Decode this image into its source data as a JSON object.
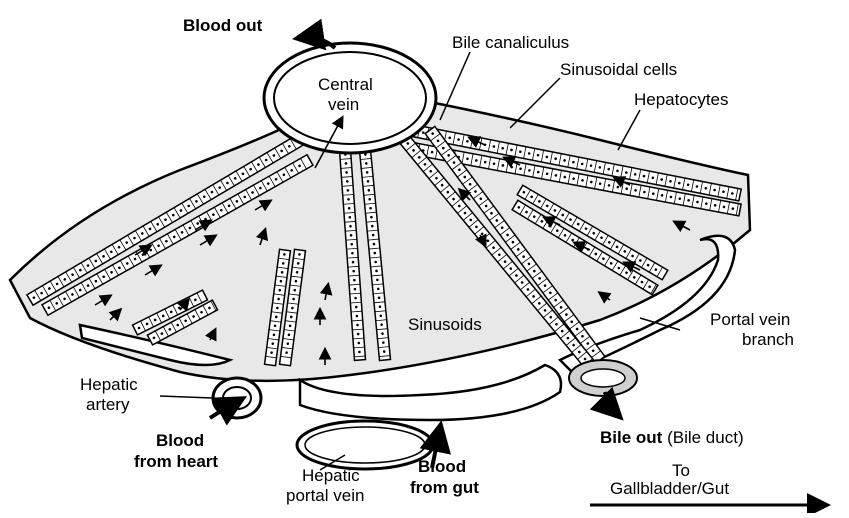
{
  "labels": {
    "blood_out": "Blood out",
    "central_vein_1": "Central",
    "central_vein_2": "vein",
    "bile_canaliculus": "Bile canaliculus",
    "sinusoidal_cells": "Sinusoidal cells",
    "hepatocytes": "Hepatocytes",
    "sinusoids": "Sinusoids",
    "portal_vein_branch_1": "Portal vein",
    "portal_vein_branch_2": "branch",
    "hepatic_artery_1": "Hepatic",
    "hepatic_artery_2": "artery",
    "blood_from_heart_1": "Blood",
    "blood_from_heart_2": "from heart",
    "hepatic_portal_vein_1": "Hepatic",
    "hepatic_portal_vein_2": "portal vein",
    "blood_from_gut_1": "Blood",
    "blood_from_gut_2": "from gut",
    "bile_out": "Bile out",
    "bile_duct": "(Bile duct)",
    "to_1": "To",
    "to_2": "Gallbladder/Gut"
  },
  "colors": {
    "tissue_fill": "#e8e8e8",
    "cell_fill": "#ffffff",
    "duct_fill": "#cfcfcf",
    "ink": "#000000"
  }
}
